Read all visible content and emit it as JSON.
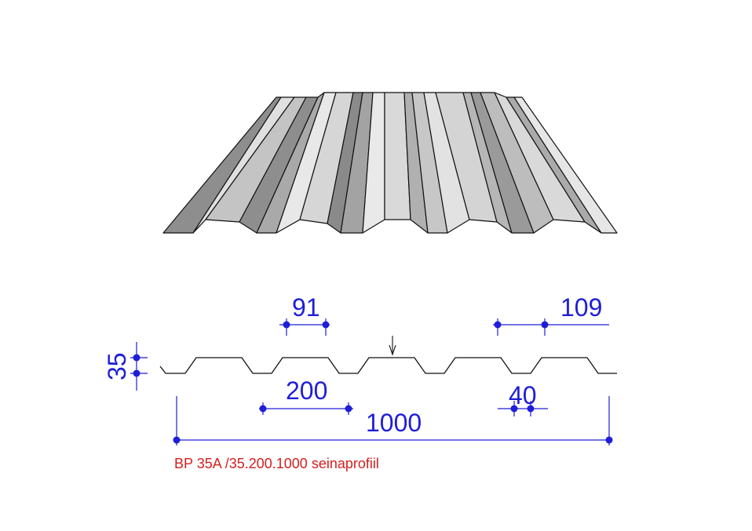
{
  "drawing": {
    "dimensions": {
      "top_flange_width": "91",
      "pitch_side": "109",
      "height": "35",
      "pitch": "200",
      "bottom_flange": "40",
      "total_width": "1000"
    },
    "caption": "BP 35A /35.200.1000 seinaprofiil"
  },
  "colors": {
    "dimension": "#1e1ed8",
    "caption": "#d51f1f",
    "face_light": "#e6e6e6",
    "face_mid": "#bdbdbd",
    "face_dark": "#8e8e8e"
  }
}
